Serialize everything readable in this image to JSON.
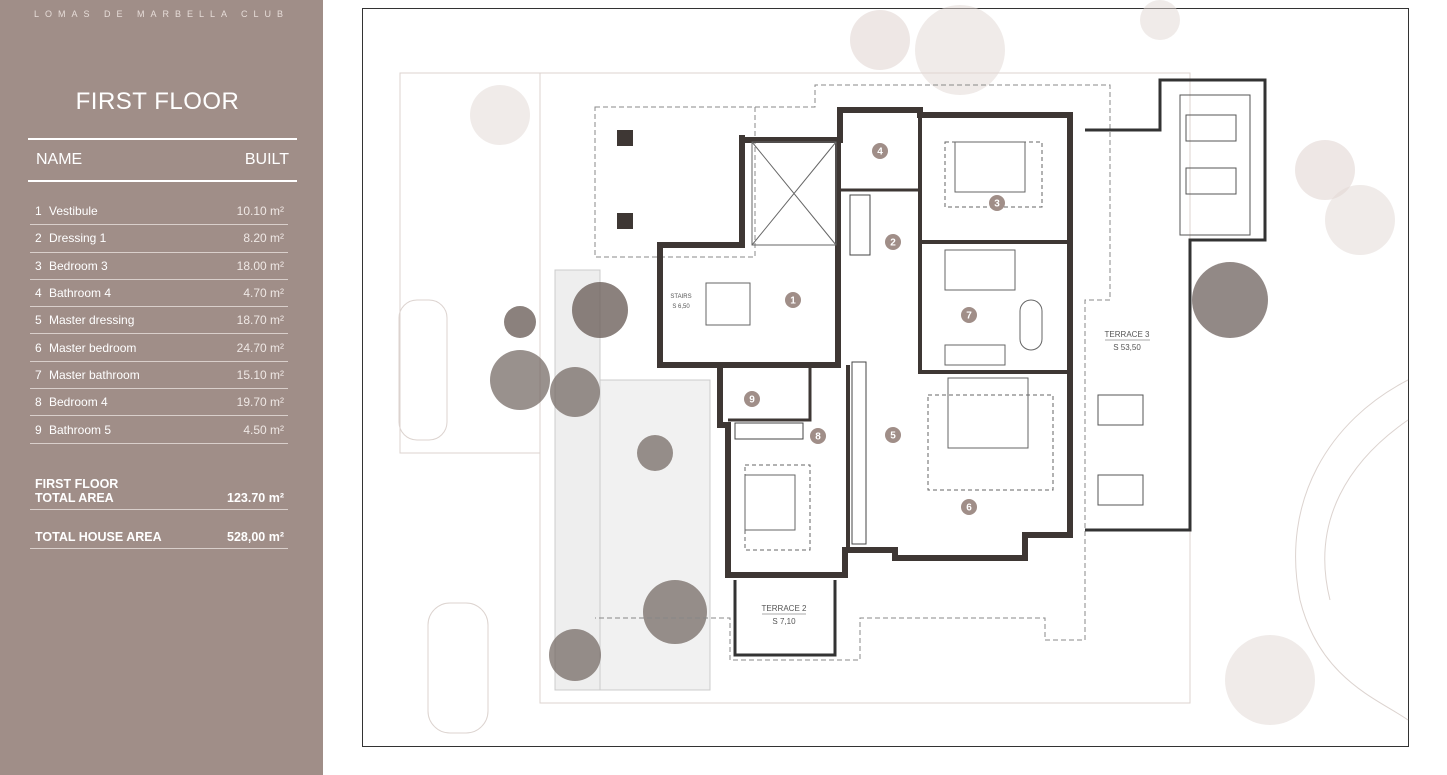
{
  "sidebar": {
    "brand": "LOMAS DE MARBELLA CLUB",
    "title": "FIRST FLOOR",
    "col_name": "NAME",
    "col_built": "BUILT",
    "rooms": [
      {
        "num": "1",
        "name": "Vestibule",
        "built": "10.10 m²"
      },
      {
        "num": "2",
        "name": "Dressing 1",
        "built": "8.20 m²"
      },
      {
        "num": "3",
        "name": "Bedroom 3",
        "built": "18.00 m²"
      },
      {
        "num": "4",
        "name": "Bathroom 4",
        "built": "4.70 m²"
      },
      {
        "num": "5",
        "name": "Master dressing",
        "built": "18.70 m²"
      },
      {
        "num": "6",
        "name": "Master bedroom",
        "built": "24.70 m²"
      },
      {
        "num": "7",
        "name": "Master bathroom",
        "built": "15.10 m²"
      },
      {
        "num": "8",
        "name": "Bedroom 4",
        "built": "19.70 m²"
      },
      {
        "num": "9",
        "name": "Bathroom 5",
        "built": "4.50 m²"
      }
    ],
    "floor_total_label_1": "FIRST FLOOR",
    "floor_total_label_2": "TOTAL AREA",
    "floor_total_value": "123.70 m²",
    "house_total_label": "TOTAL HOUSE AREA",
    "house_total_value": "528,00 m²"
  },
  "plan": {
    "stairs_label": "STAIRS",
    "stairs_area": "S 6,50",
    "terrace3_label": "TERRACE 3",
    "terrace3_area": "S 53,50",
    "terrace2_label": "TERRACE 2",
    "terrace2_area": "S 7,10",
    "markers": [
      "1",
      "2",
      "3",
      "4",
      "5",
      "6",
      "7",
      "8",
      "9"
    ]
  },
  "colors": {
    "sidebar": "#a08e88",
    "wall": "#3e3734",
    "marker": "#a08e88",
    "landscape": "#d9ccc7"
  }
}
